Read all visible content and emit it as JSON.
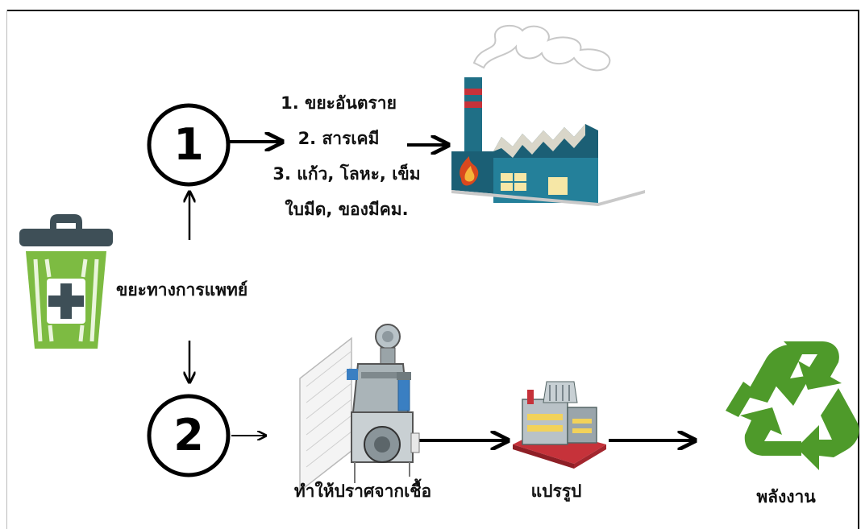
{
  "diagram": {
    "source": {
      "label": "ขยะทางการแพทย์",
      "icon": "medical-waste-bin-icon"
    },
    "step1": {
      "number": "1",
      "items": [
        "1. ขยะอันตราย",
        "2. สารเคมี",
        "3. แก้ว, โลหะ, เข็ม",
        "ใบมีด, ของมีคม."
      ],
      "destination_icon": "factory-icon"
    },
    "step2": {
      "number": "2",
      "stages": [
        {
          "label": "ทำให้ปราศจากเชื้อ",
          "icon": "sterilizer-machine-icon"
        },
        {
          "label": "แปรรูป",
          "icon": "processing-plant-icon"
        },
        {
          "label": "พลังงาน",
          "icon": "recycle-icon"
        }
      ]
    },
    "colors": {
      "bin_green": "#7dbb42",
      "bin_lid": "#3e4f57",
      "factory_body": "#1f6f86",
      "recycle_green": "#4e9a2a",
      "plant_red": "#c6323a"
    }
  }
}
